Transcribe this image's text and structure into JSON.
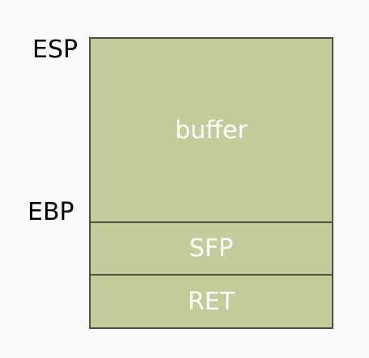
{
  "registers": {
    "esp": "ESP",
    "ebp": "EBP"
  },
  "stack": {
    "buffer": "buffer",
    "sfp": "SFP",
    "ret": "RET"
  }
}
